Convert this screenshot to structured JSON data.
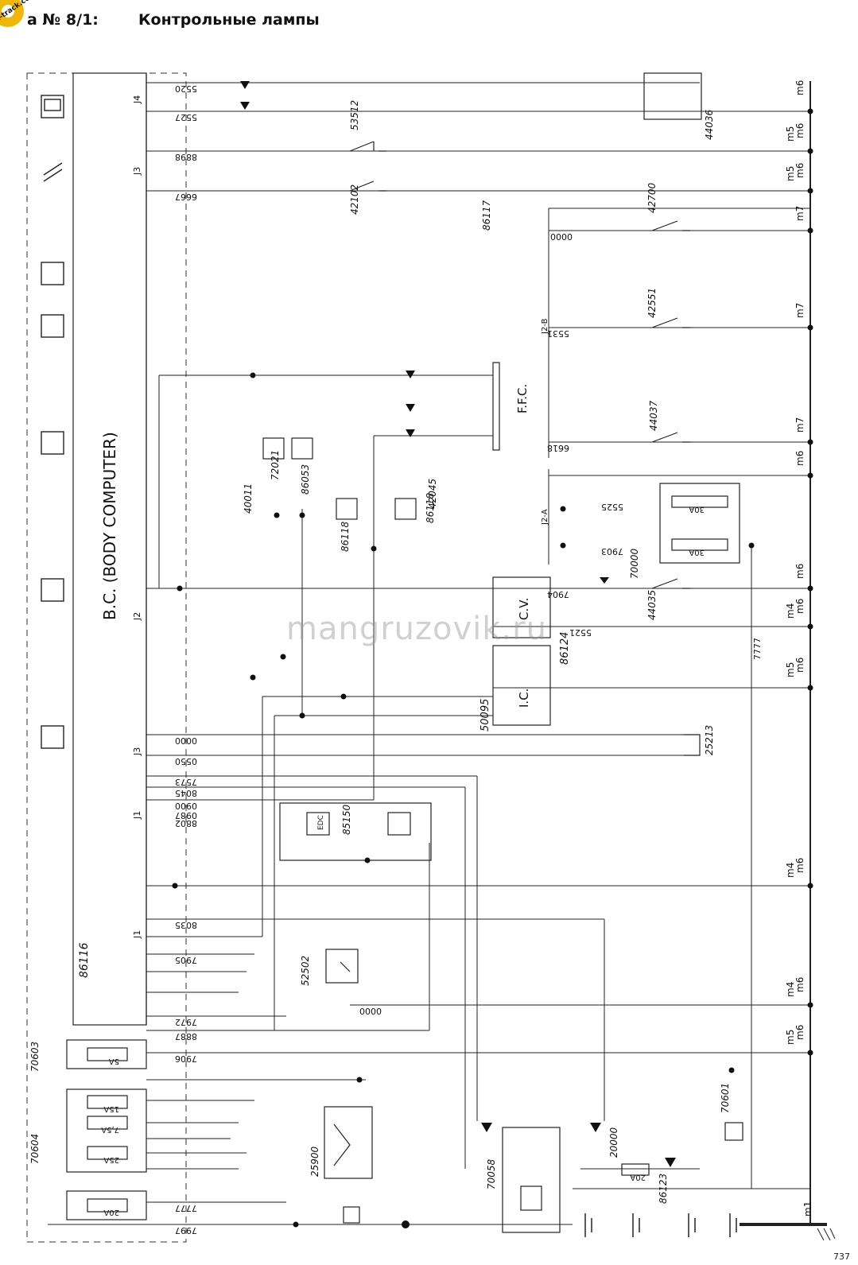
{
  "header": {
    "number": "а № 8/1:",
    "title": "Контрольные лампы",
    "logo_text": "u-track.com"
  },
  "watermark": "mangruzovik.ru",
  "page_number": "737",
  "blocks": {
    "bc": "B.C. (BODY COMPUTER)",
    "bc_id": "86116",
    "fcc": "F.F.C.",
    "cv": "C.V.",
    "ic": "I.C.",
    "ic_id": "50095",
    "cv_id": "86124",
    "edc": "EDC",
    "edc_id": "85150"
  },
  "ground_labels": [
    "m6",
    "m5",
    "m6",
    "m5",
    "m6",
    "m7",
    "m7",
    "m7",
    "m6",
    "m6",
    "m4",
    "m6",
    "m5",
    "m6",
    "m4",
    "m6",
    "m4",
    "m6",
    "m5",
    "m6",
    "m1"
  ],
  "wire_codes": [
    "5520",
    "5527",
    "8898",
    "6667",
    "0000",
    "5531",
    "6618",
    "5525",
    "7903",
    "7904",
    "5521",
    "0000",
    "0550",
    "7573",
    "8045",
    "0900",
    "0987",
    "8802",
    "8035",
    "7905",
    "7972",
    "8887",
    "7906",
    "7997",
    "7777",
    "0000"
  ],
  "components": [
    "44036",
    "53512",
    "42102",
    "42700",
    "42551",
    "44037",
    "70000",
    "44035",
    "40011",
    "72021",
    "86053",
    "86118",
    "42045",
    "25213",
    "52502",
    "25900",
    "70058",
    "20000",
    "86123",
    "70601",
    "70603",
    "70604"
  ],
  "fuses": [
    "5A",
    "15A",
    "7,5A",
    "25A",
    "20A",
    "30A",
    "30A",
    "20A"
  ]
}
